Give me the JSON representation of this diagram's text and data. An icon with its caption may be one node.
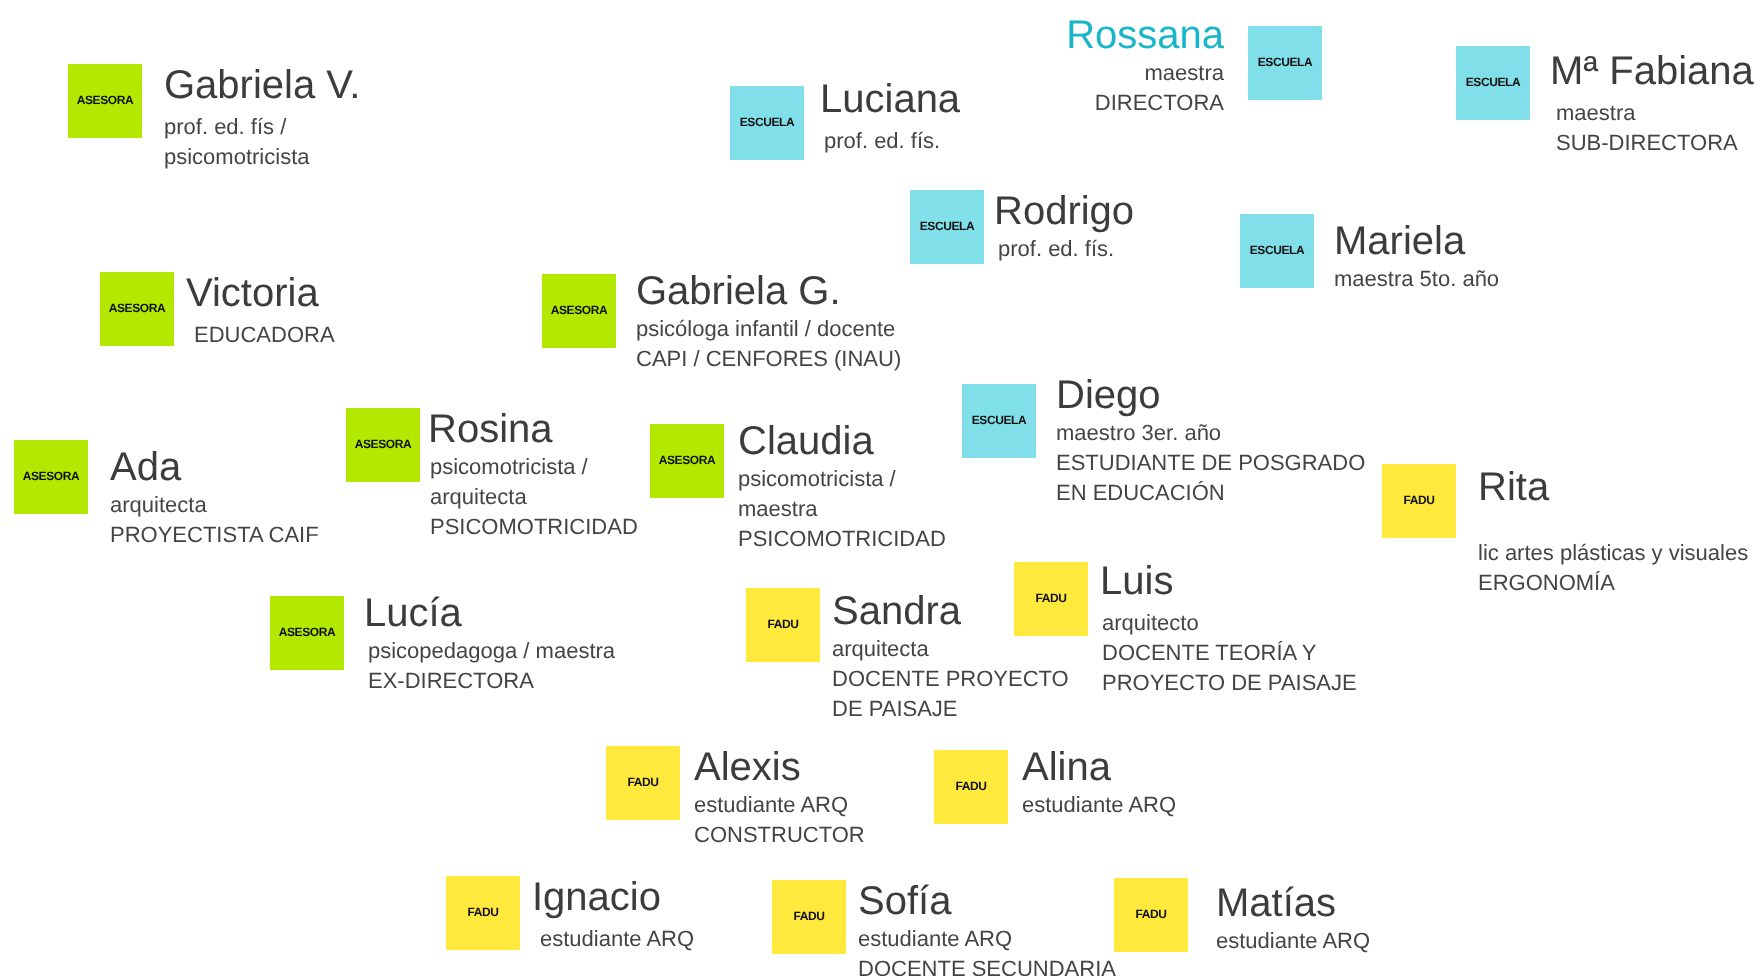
{
  "diagram": {
    "nodes": [
      {
        "text": [
          "ASESORA"
        ],
        "beside": [
          "Gabriela V.",
          "prof. ed. fís / psicomotricista"
        ]
      },
      {
        "text": [
          "ESCUELA"
        ],
        "beside": [
          "Rossana",
          "maestra",
          "DIRECTORA"
        ]
      },
      {
        "text": [
          "ESCUELA"
        ],
        "beside": [
          "Luciana",
          "prof. ed. fís."
        ]
      },
      {
        "text": [
          "ESCUELA"
        ],
        "beside": [
          "Mª Fabiana",
          "maestra",
          "SUB-DIRECTORA"
        ]
      },
      {
        "text": [
          "ESCUELA"
        ],
        "beside": [
          "Rodrigo",
          "prof. ed. fís."
        ]
      },
      {
        "text": [
          "ESCUELA"
        ],
        "beside": [
          "Mariela",
          "maestra 5to. año"
        ]
      },
      {
        "text": [
          "ASESORA"
        ],
        "beside": [
          "Victoria",
          "EDUCADORA"
        ]
      },
      {
        "text": [
          "ASESORA"
        ],
        "beside": [
          "Gabriela G.",
          "psicóloga infantil / docente",
          "CAPI / CENFORES (INAU)"
        ]
      },
      {
        "text": [
          "ESCUELA"
        ],
        "beside": [
          "Diego",
          "maestro 3er. año",
          "ESTUDIANTE DE POSGRADO EN EDUCACIÓN"
        ]
      },
      {
        "text": [
          "ASESORA"
        ],
        "beside": [
          "Rosina",
          "psicomotricista / arquitecta",
          "PSICOMOTRICIDAD"
        ]
      },
      {
        "text": [
          "ASESORA"
        ],
        "beside": [
          "Claudia",
          "psicomotricista / maestra",
          "PSICOMOTRICIDAD"
        ]
      },
      {
        "text": [
          "ASESORA"
        ],
        "beside": [
          "Ada",
          "arquitecta",
          "PROYECTISTA CAIF"
        ]
      },
      {
        "text": [
          "FADU"
        ],
        "beside": [
          "Rita",
          "lic artes plásticas y visuales",
          "ERGONOMÍA"
        ]
      },
      {
        "text": [
          "ASESORA"
        ],
        "beside": [
          "Lucía",
          "psicopedagoga / maestra",
          "EX-DIRECTORA"
        ]
      },
      {
        "text": [
          "FADU"
        ],
        "beside": [
          "Sandra",
          "arquitecta",
          "DOCENTE PROYECTO DE PAISAJE"
        ]
      },
      {
        "text": [
          "FADU"
        ],
        "beside": [
          "Luis",
          "arquitecto",
          "DOCENTE TEORÍA Y PROYECTO DE PAISAJE"
        ]
      },
      {
        "text": [
          "FADU"
        ],
        "beside": [
          "Alexis",
          "estudiante ARQ",
          "CONSTRUCTOR"
        ]
      },
      {
        "text": [
          "FADU"
        ],
        "beside": [
          "Alina",
          "estudiante ARQ"
        ]
      },
      {
        "text": [
          "FADU"
        ],
        "beside": [
          "Ignacio",
          "estudiante ARQ"
        ]
      },
      {
        "text": [
          "FADU"
        ],
        "beside": [
          "Sofía",
          "estudiante ARQ",
          "DOCENTE SECUNDARIA"
        ]
      },
      {
        "text": [
          "FADU"
        ],
        "beside": [
          "Matías",
          "estudiante ARQ"
        ]
      }
    ]
  }
}
